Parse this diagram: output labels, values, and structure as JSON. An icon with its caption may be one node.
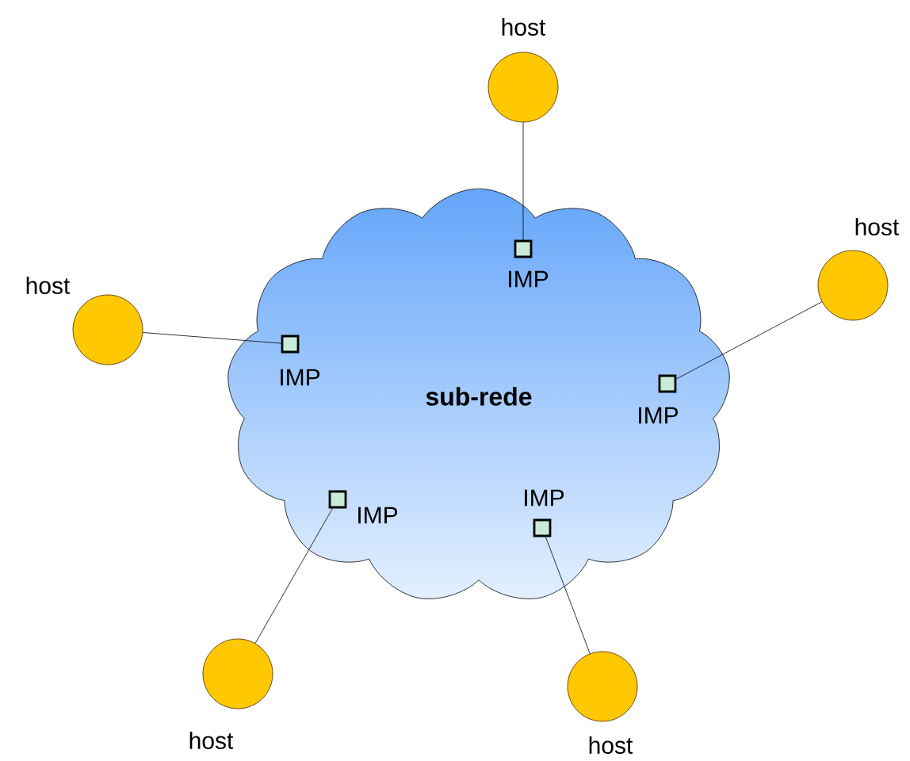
{
  "diagram": {
    "nodes": [
      {
        "text": [
          "sub-rede"
        ]
      },
      {
        "text": [
          "IMP"
        ],
        "in": 0
      },
      {
        "text": [
          "IMP"
        ],
        "in": 0
      },
      {
        "text": [
          "IMP"
        ],
        "in": 0
      },
      {
        "text": [
          "IMP"
        ],
        "in": 0
      },
      {
        "text": [
          "IMP"
        ],
        "in": 0
      },
      {
        "text": [
          "host"
        ]
      },
      {
        "text": [
          "host"
        ]
      },
      {
        "text": [
          "host"
        ]
      },
      {
        "text": [
          "host"
        ]
      },
      {
        "text": [
          "host"
        ]
      }
    ],
    "edges": [
      {
        "from": 6,
        "to": 1,
        "arrow": "none"
      },
      {
        "from": 7,
        "to": 3,
        "arrow": "none"
      },
      {
        "from": 8,
        "to": 2,
        "arrow": "none"
      },
      {
        "from": 9,
        "to": 4,
        "arrow": "none"
      },
      {
        "from": 10,
        "to": 5,
        "arrow": "none"
      }
    ]
  }
}
